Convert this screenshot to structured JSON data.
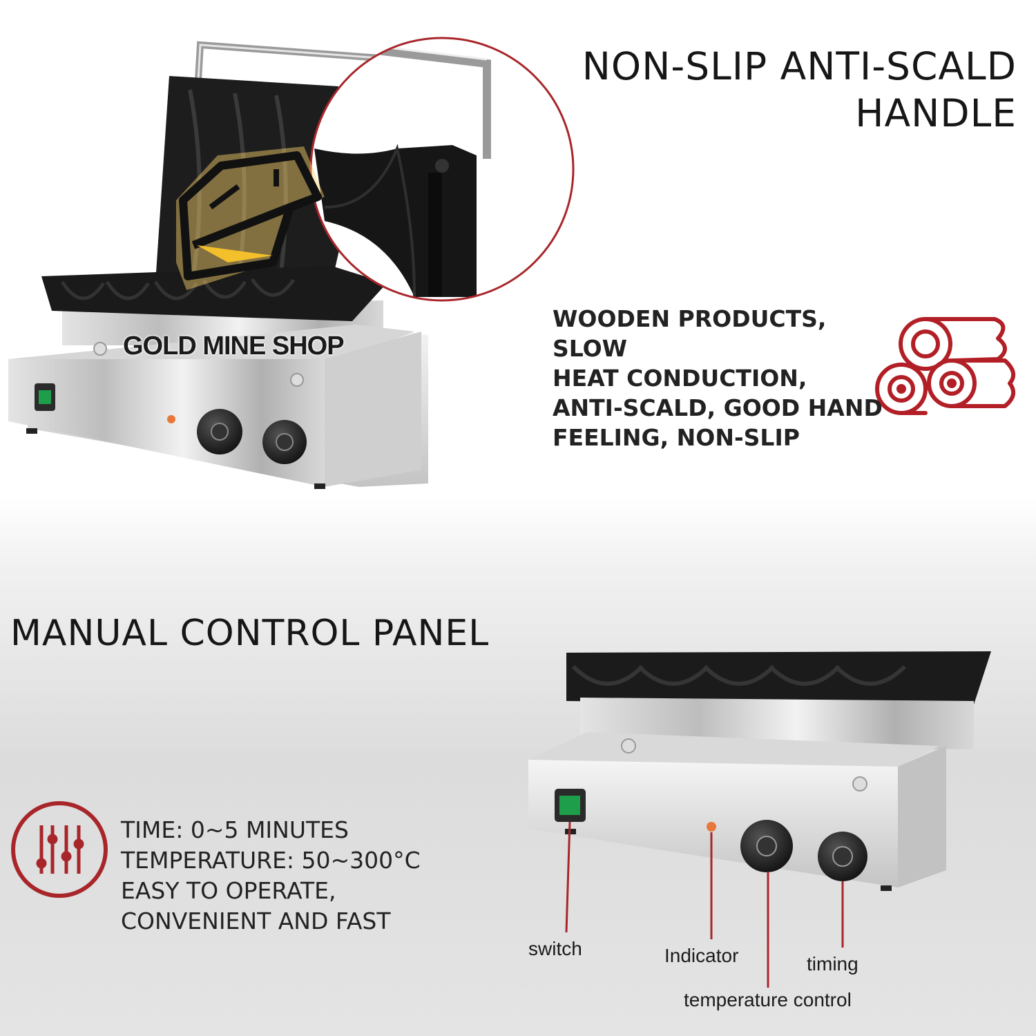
{
  "headings": {
    "handle": "NON-SLIP ANTI-SCALD\nHANDLE",
    "panel": "MANUAL CONTROL PANEL"
  },
  "wooden_feature": "WOODEN PRODUCTS, SLOW\nHEAT CONDUCTION,\nANTI-SCALD, GOOD HAND\nFEELING, NON-SLIP",
  "specs": "TIME: 0~5 MINUTES\nTEMPERATURE: 50~300°C\nEASY TO OPERATE,\nCONVENIENT AND FAST",
  "watermark": "GOLD MINE SHOP",
  "callouts": {
    "switch": "switch",
    "indicator": "Indicator",
    "timing": "timing",
    "temperature_control": "temperature control"
  },
  "colors": {
    "accent_red": "#a8262a",
    "switch_green": "#1e9e4a",
    "indicator_orange": "#e8773a",
    "plate_black": "#1c1c1c",
    "steel": "#c9c9c9"
  },
  "icons": [
    "logs-icon",
    "sliders-icon",
    "logo-mark-icon"
  ]
}
